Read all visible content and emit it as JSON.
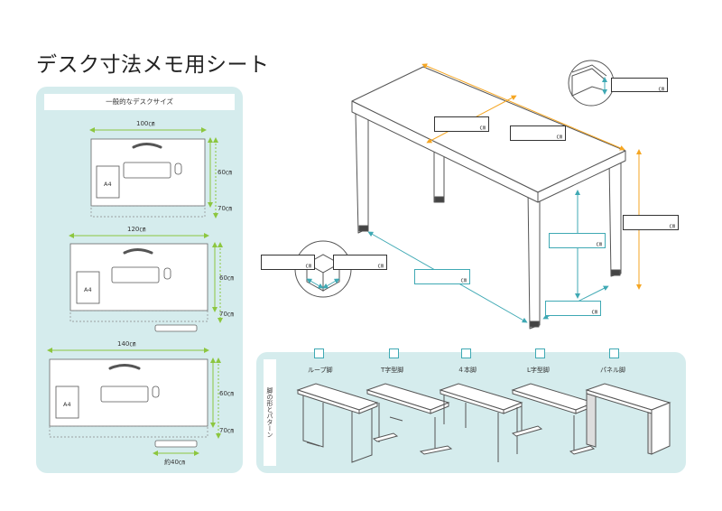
{
  "title": "デスク寸法メモ用シート",
  "standard_sizes": {
    "label": "一般的なデスクサイズ",
    "desks": [
      {
        "width": "100㎝",
        "depth": "60㎝",
        "depth2": "70㎝"
      },
      {
        "width": "120㎝",
        "depth": "60㎝",
        "depth2": "70㎝"
      },
      {
        "width": "140㎝",
        "depth": "60㎝",
        "depth2": "70㎝"
      }
    ],
    "paper_label": "A4",
    "tray_note": "約40㎝"
  },
  "memo_boxes": {
    "unit": "㎝"
  },
  "leg_patterns": {
    "label": "脚の形とパターン",
    "options": [
      {
        "label": "ループ脚"
      },
      {
        "label": "T字型脚"
      },
      {
        "label": "４本脚"
      },
      {
        "label": "L字型脚"
      },
      {
        "label": "パネル脚"
      }
    ]
  },
  "colors": {
    "panel": "#d5eced",
    "green": "#8cc63f",
    "orange": "#f5a623",
    "teal": "#3fa9b4"
  }
}
